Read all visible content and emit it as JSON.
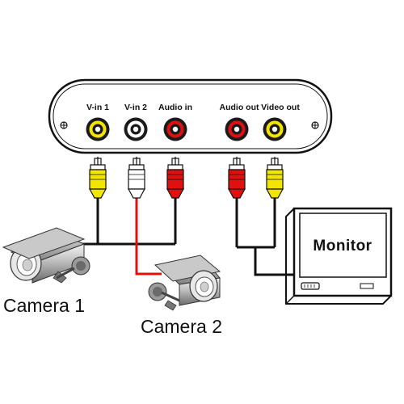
{
  "panel": {
    "jacks": [
      {
        "label": "V-in 1",
        "color": "#f2e500"
      },
      {
        "label": "V-in 2",
        "color": "#ffffff"
      },
      {
        "label": "Audio in",
        "color": "#e01010"
      },
      {
        "label": "Audio out",
        "color": "#e01010"
      },
      {
        "label": "Video out",
        "color": "#f2e500"
      }
    ]
  },
  "devices": {
    "camera1_label": "Camera 1",
    "camera2_label": "Camera 2",
    "monitor_label": "Monitor"
  },
  "colors": {
    "yellow": "#f2e500",
    "red": "#e01010",
    "white": "#ffffff",
    "cable": "#111111",
    "red_cable": "#e01010"
  }
}
